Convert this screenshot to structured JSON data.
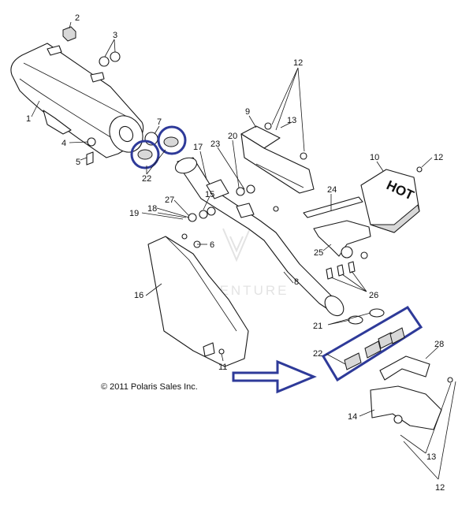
{
  "copyright": "© 2011 Polaris Sales Inc.",
  "watermark": "USADVENTURE",
  "heat_label": "HOT",
  "highlight_color": "#2e3a99",
  "callouts": [
    {
      "id": "c2",
      "text": "2"
    },
    {
      "id": "c3",
      "text": "3"
    },
    {
      "id": "c1",
      "text": "1"
    },
    {
      "id": "c4",
      "text": "4"
    },
    {
      "id": "c5",
      "text": "5"
    },
    {
      "id": "c7",
      "text": "7"
    },
    {
      "id": "c22a",
      "text": "22"
    },
    {
      "id": "c12a",
      "text": "12"
    },
    {
      "id": "c13a",
      "text": "13"
    },
    {
      "id": "c9",
      "text": "9"
    },
    {
      "id": "c20",
      "text": "20"
    },
    {
      "id": "c17",
      "text": "17"
    },
    {
      "id": "c23",
      "text": "23"
    },
    {
      "id": "c10",
      "text": "10"
    },
    {
      "id": "c12b",
      "text": "12"
    },
    {
      "id": "c24",
      "text": "24"
    },
    {
      "id": "c27",
      "text": "27"
    },
    {
      "id": "c15",
      "text": "15"
    },
    {
      "id": "c18",
      "text": "18"
    },
    {
      "id": "c19",
      "text": "19"
    },
    {
      "id": "c6",
      "text": "6"
    },
    {
      "id": "c25",
      "text": "25"
    },
    {
      "id": "c16",
      "text": "16"
    },
    {
      "id": "c8",
      "text": "8"
    },
    {
      "id": "c26",
      "text": "26"
    },
    {
      "id": "c21",
      "text": "21"
    },
    {
      "id": "c22b",
      "text": "22"
    },
    {
      "id": "c28",
      "text": "28"
    },
    {
      "id": "c11",
      "text": "11"
    },
    {
      "id": "c14",
      "text": "14"
    },
    {
      "id": "c13b",
      "text": "13"
    },
    {
      "id": "c12c",
      "text": "12"
    }
  ]
}
